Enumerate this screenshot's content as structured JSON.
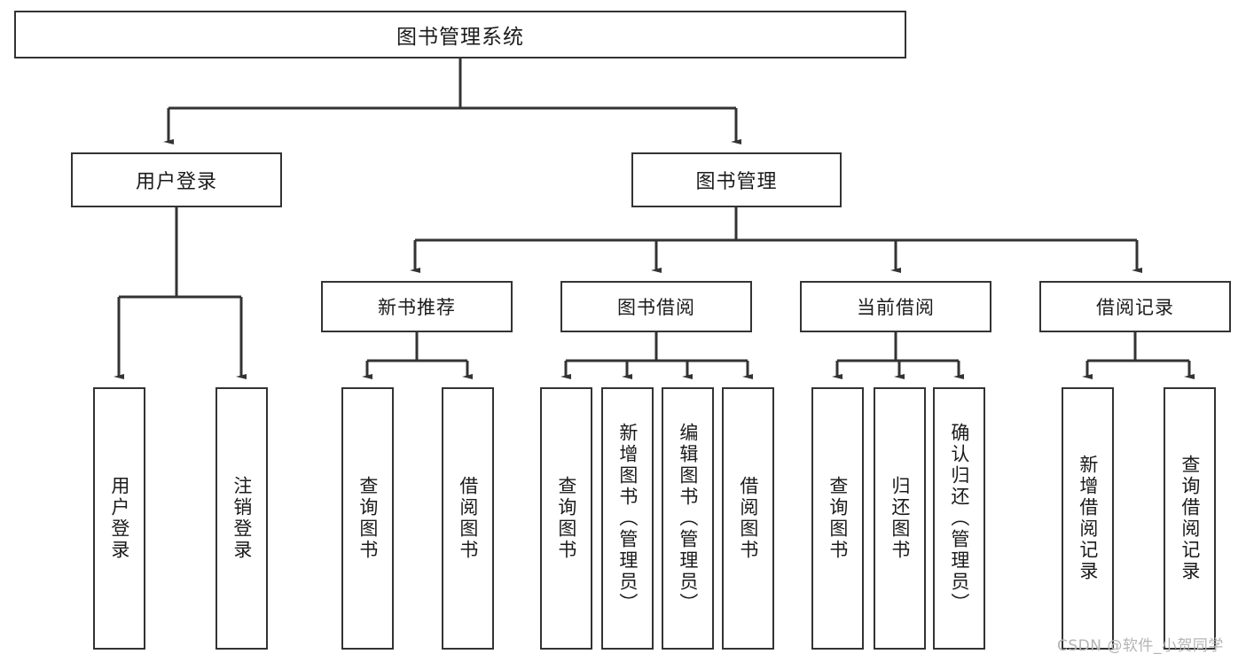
{
  "diagram": {
    "title": "图书管理系统",
    "type": "tree-hierarchy",
    "orientation": "top-down",
    "line_color": "#333333",
    "box_fill": "#ffffff",
    "text_color": "#1b1b1b"
  },
  "watermark": {
    "text": "CSDN @软件_小贺同学",
    "color": "#b4b4b4"
  },
  "root": {
    "label": "图书管理系统"
  },
  "level1": [
    {
      "label": "用户登录"
    },
    {
      "label": "图书管理"
    }
  ],
  "level2": [
    {
      "label": "新书推荐"
    },
    {
      "label": "图书借阅"
    },
    {
      "label": "当前借阅"
    },
    {
      "label": "借阅记录"
    }
  ],
  "leaves": {
    "user_login": [
      {
        "label": "用户登录"
      },
      {
        "label": "注销登录"
      }
    ],
    "new_book_recommend": [
      {
        "label": "查询图书"
      },
      {
        "label": "借阅图书"
      }
    ],
    "book_borrow": [
      {
        "label": "查询图书"
      },
      {
        "label": "新增图书（管理员）"
      },
      {
        "label": "编辑图书（管理员）"
      },
      {
        "label": "借阅图书"
      }
    ],
    "current_borrow": [
      {
        "label": "查询图书"
      },
      {
        "label": "归还图书"
      },
      {
        "label": "确认归还（管理员）"
      }
    ],
    "borrow_record": [
      {
        "label": "新增借阅记录"
      },
      {
        "label": "查询借阅记录"
      }
    ]
  }
}
